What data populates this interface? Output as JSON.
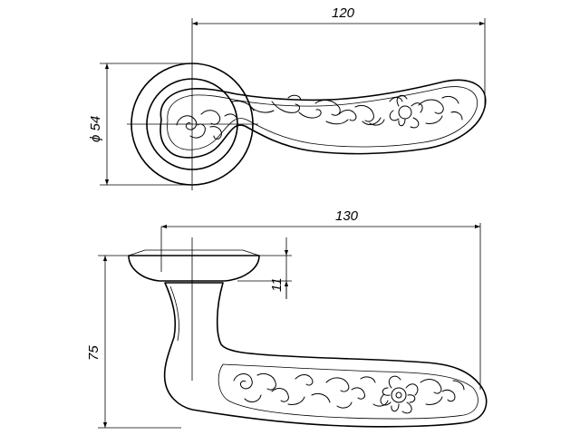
{
  "drawing": {
    "line_color": "#000000",
    "background": "#ffffff"
  },
  "dimensions": {
    "top_length": "120",
    "rosette_diameter": "ϕ 54",
    "side_length": "130",
    "rosette_height": "11",
    "total_height": "75"
  }
}
